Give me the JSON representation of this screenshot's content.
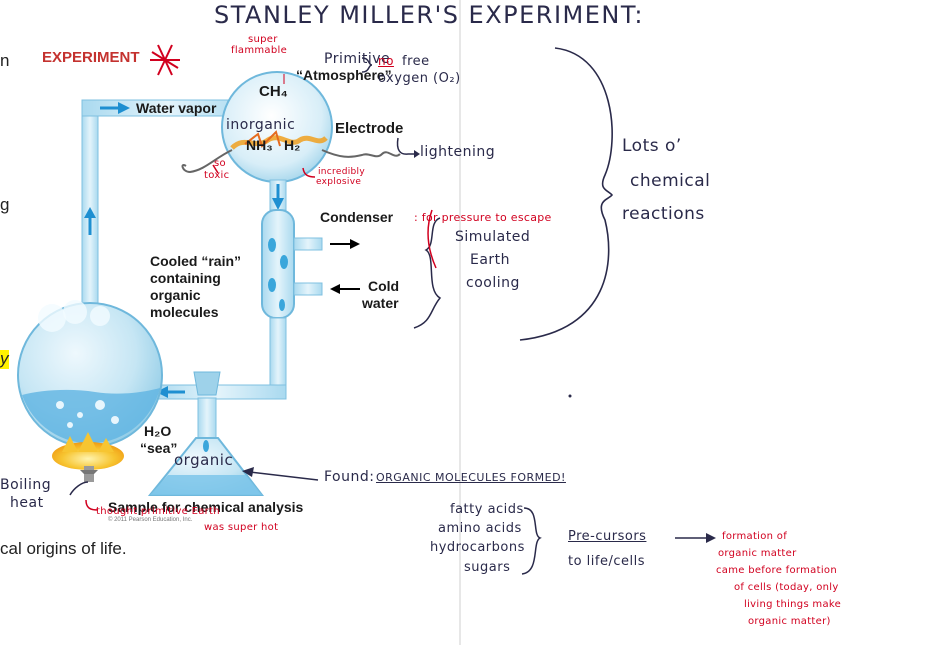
{
  "title": "STANLEY MILLER'S EXPERIMENT:",
  "figure": {
    "experiment_label": "EXPERIMENT",
    "water_vapor": "Water vapor",
    "ch4": "CH₄",
    "nh3": "NH₃",
    "h2": "H₂",
    "electrode": "Electrode",
    "condenser": "Condenser",
    "cooled_rain_1": "Cooled “rain”",
    "cooled_rain_2": "containing",
    "cooled_rain_3": "organic",
    "cooled_rain_4": "molecules",
    "cold_water_1": "Cold",
    "cold_water_2": "water",
    "h2o": "H₂O",
    "sea": "“sea”",
    "sample": "Sample for chemical analysis",
    "copyright": "© 2011 Pearson Education, Inc.",
    "primitive": "Primitive",
    "atmosphere": "“Atmosphere”"
  },
  "annotations": {
    "super_flammable_1": "super",
    "super_flammable_2": "flammable",
    "no": "no",
    "free": "free",
    "oxygen": "oxygen (O₂)",
    "inorganic": "inorganic",
    "lightening": "lightening",
    "so_toxic_1": "so",
    "so_toxic_2": "toxic",
    "explosive_1": "incredibly",
    "explosive_2": "explosive",
    "pressure": ": for pressure to escape",
    "simulated_1": "Simulated",
    "simulated_2": "Earth",
    "simulated_3": "cooling",
    "lots_1": "Lots o’",
    "lots_2": "chemical",
    "lots_3": "reactions",
    "organic": "organic",
    "found": "Found:",
    "found_ul": "ORGANIC MOLECULES FORMED!",
    "boiling_1": "Boiling",
    "boiling_2": "heat",
    "thought": "thought primitive Earth",
    "super_hot": "was super hot",
    "list": [
      "fatty acids",
      "amino acids",
      "hydrocarbons",
      "sugars"
    ],
    "precursors": "Pre-cursors",
    "to_life": "to life/cells",
    "formation": [
      "formation of",
      "organic matter",
      "came before formation",
      "of cells (today, only",
      "living things make",
      "organic matter)"
    ]
  },
  "left_fragments": {
    "frag_n": "n",
    "frag_g": "g",
    "frag_y": "y",
    "frag_life": "cal origins of life."
  },
  "colors": {
    "glass": "#bfe3f2",
    "glass_dark": "#2f9bd4",
    "water": "#7cc6ea",
    "flame": "#f5b21a",
    "red_ink": "#d1001f",
    "ink": "#2a2a4a"
  }
}
